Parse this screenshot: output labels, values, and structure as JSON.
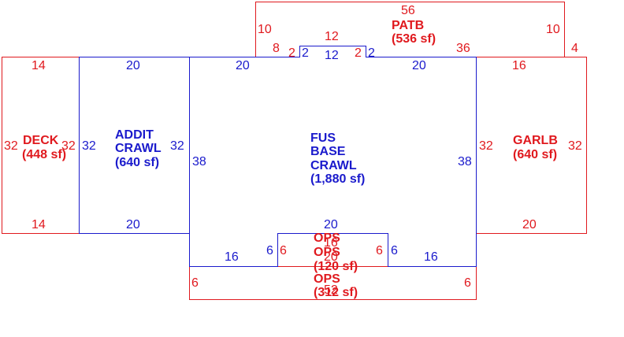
{
  "colors": {
    "exterior": "#e0191e",
    "main": "#1a1acc"
  },
  "deck": {
    "name": "DECK",
    "area": "(448 sf)",
    "top": "14",
    "bottom": "14",
    "left": "32",
    "right": "32"
  },
  "addit": {
    "name1": "ADDIT",
    "name2": "CRAWL",
    "area": "(640 sf)",
    "top": "20",
    "bottom": "20",
    "left": "32",
    "right": "32"
  },
  "fus": {
    "name1": "FUS",
    "name2": "BASE",
    "name3": "CRAWL",
    "area": "(1,880 sf)",
    "top_left": "20",
    "top_right": "20",
    "left": "38",
    "right": "38",
    "bottom_left": "16",
    "bottom_right": "16",
    "notch_left": "6",
    "notch_right": "6",
    "notch_bottom": "20",
    "bump_left": "2",
    "bump_top": "12",
    "bump_right": "2"
  },
  "patb": {
    "name": "PATB",
    "area": "(536 sf)",
    "top": "56",
    "left": "10",
    "right": "10",
    "bottom_left": "8",
    "bottom_mid": "12",
    "bottom_right": "36",
    "side": "4",
    "bump_left": "2",
    "bump_right": "2"
  },
  "garlb": {
    "name": "GARLB",
    "area": "(640 sf)",
    "top": "16",
    "bottom": "20",
    "left": "32",
    "right": "32"
  },
  "ops1": {
    "name_a": "OPS",
    "name_b": "OPS",
    "dim_a": "16",
    "dim_b": "20",
    "area": "(120 sf)",
    "left": "6",
    "right": "6"
  },
  "ops2": {
    "name": "OPS",
    "dim": "52",
    "area": "(312 sf)",
    "left": "6",
    "right": "6"
  }
}
